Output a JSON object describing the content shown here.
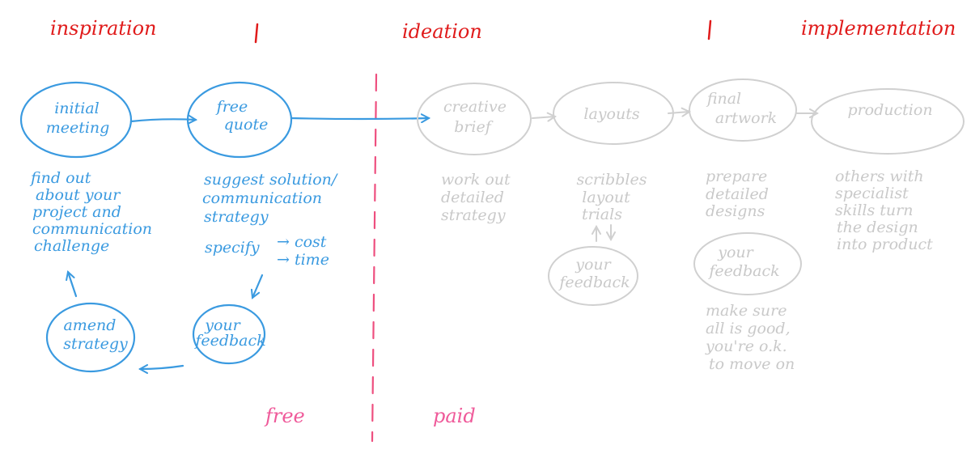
{
  "phases": {
    "inspiration": "inspiration",
    "ideation": "ideation",
    "implementation": "implementation"
  },
  "free_section": {
    "nodes": {
      "initial_meeting": [
        "initial",
        "meeting"
      ],
      "free_quote": [
        "free",
        "quote"
      ],
      "your_feedback": [
        "your",
        "feedback"
      ],
      "amend_strategy": [
        "amend",
        "strategy"
      ]
    },
    "notes": {
      "find_out": [
        "find out",
        "about your",
        "project and",
        "communication",
        "challenge"
      ],
      "suggest": [
        "suggest solution/",
        "communication",
        "strategy"
      ],
      "specify": "specify",
      "cost": "→ cost",
      "time": "→ time"
    },
    "label": "free"
  },
  "paid_section": {
    "nodes": {
      "creative_brief": [
        "creative",
        "brief"
      ],
      "layouts": "layouts",
      "final_artwork": [
        "final",
        "artwork"
      ],
      "production": "production",
      "your_feedback_layouts": [
        "your",
        "feedback"
      ],
      "your_feedback_artwork": [
        "your",
        "feedback"
      ]
    },
    "notes": {
      "work_out": [
        "work out",
        "detailed",
        "strategy"
      ],
      "scribbles": [
        "scribbles",
        "layout",
        "trials"
      ],
      "prepare": [
        "prepare",
        "detailed",
        "designs"
      ],
      "others": [
        "others with",
        "specialist",
        "skills turn",
        "the design",
        "into product"
      ],
      "make_sure": [
        "make sure",
        "all is good,",
        "you're o.k.",
        "to move on"
      ]
    },
    "label": "paid"
  },
  "colors": {
    "phase_heading": "#e01b1b",
    "free_flow": "#3a9ae0",
    "paid_flow": "#c9c9c9",
    "divider": "#ee4f7f",
    "free_paid_label": "#ef5a9a"
  }
}
